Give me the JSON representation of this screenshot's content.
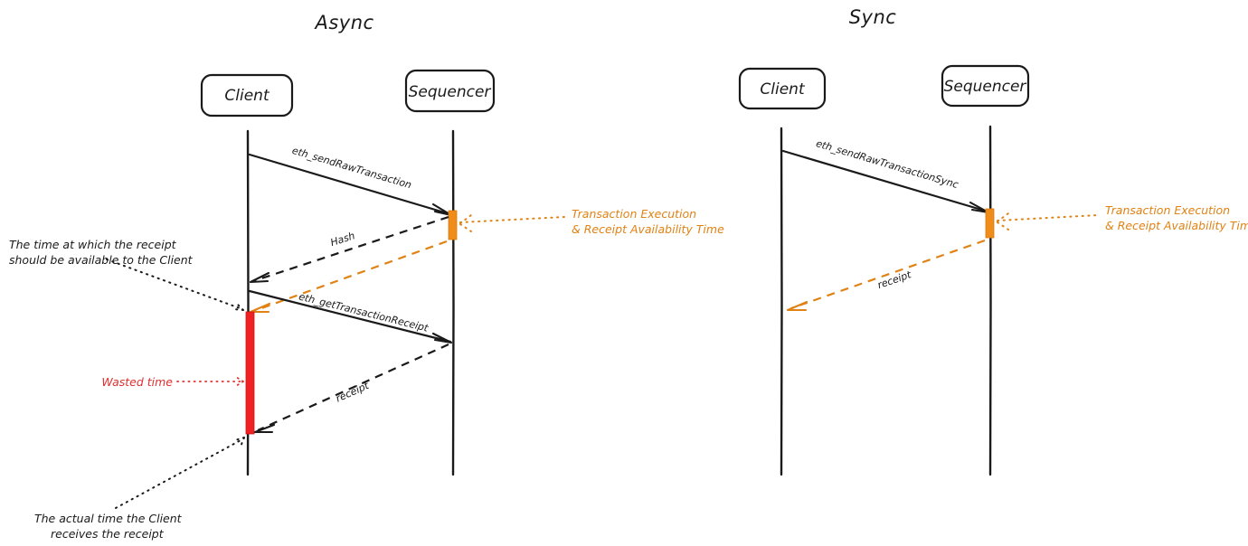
{
  "diagram_type": "sequence-diagram",
  "style": "hand-drawn",
  "colors": {
    "ink": "#1a1a1a",
    "orange": "#e08214",
    "orange_bar": "#f08c1a",
    "red": "#e03030",
    "red_bar": "#ee2222",
    "background": "#ffffff"
  },
  "panels": [
    {
      "id": "async",
      "title": "Async",
      "actors": [
        {
          "id": "client",
          "label": "Client"
        },
        {
          "id": "sequencer",
          "label": "Sequencer"
        }
      ],
      "messages": [
        {
          "id": "send-raw-tx",
          "label": "eth_sendRawTransaction",
          "from": "client",
          "to": "sequencer",
          "style": "solid",
          "color": "black"
        },
        {
          "id": "hash",
          "label": "Hash",
          "from": "sequencer",
          "to": "client",
          "style": "dashed",
          "color": "black"
        },
        {
          "id": "get-tx-receipt",
          "label": "eth_getTransactionReceipt",
          "from": "client",
          "to": "sequencer",
          "style": "solid",
          "color": "black"
        },
        {
          "id": "receipt",
          "label": "receipt",
          "from": "sequencer",
          "to": "client",
          "style": "dashed",
          "color": "black"
        },
        {
          "id": "receipt-available",
          "label": "",
          "from": "sequencer",
          "to": "client",
          "style": "dashed",
          "color": "orange"
        }
      ],
      "bars": [
        {
          "id": "execution-bar",
          "on": "sequencer",
          "color": "orange"
        },
        {
          "id": "wasted-time-bar",
          "on": "client",
          "color": "red"
        }
      ],
      "annotations": [
        {
          "id": "exec-time-note",
          "lines": [
            "Transaction Execution",
            "& Receipt Availability Time"
          ],
          "color": "orange"
        },
        {
          "id": "receipt-should-note",
          "lines": [
            "The time at which the receipt",
            "should be available to the Client"
          ],
          "color": "black"
        },
        {
          "id": "wasted-time-note",
          "lines": [
            "Wasted time"
          ],
          "color": "red"
        },
        {
          "id": "actual-time-note",
          "lines": [
            "The actual time the Client",
            "receives the receipt"
          ],
          "color": "black"
        }
      ]
    },
    {
      "id": "sync",
      "title": "Sync",
      "actors": [
        {
          "id": "client",
          "label": "Client"
        },
        {
          "id": "sequencer",
          "label": "Sequencer"
        }
      ],
      "messages": [
        {
          "id": "send-raw-tx-sync",
          "label": "eth_sendRawTransactionSync",
          "from": "client",
          "to": "sequencer",
          "style": "solid",
          "color": "black"
        },
        {
          "id": "receipt-sync",
          "label": "receipt",
          "from": "sequencer",
          "to": "client",
          "style": "dashed",
          "color": "orange"
        }
      ],
      "bars": [
        {
          "id": "execution-bar",
          "on": "sequencer",
          "color": "orange"
        }
      ],
      "annotations": [
        {
          "id": "exec-time-note",
          "lines": [
            "Transaction Execution",
            "& Receipt Availability Time"
          ],
          "color": "orange"
        }
      ]
    }
  ],
  "text": {
    "async_title": "Async",
    "sync_title": "Sync",
    "client": "Client",
    "sequencer": "Sequencer",
    "msg_send_raw_tx": "eth_sendRawTransaction",
    "msg_hash": "Hash",
    "msg_get_tx_receipt": "eth_getTransactionReceipt",
    "msg_receipt": "receipt",
    "msg_send_raw_tx_sync": "eth_sendRawTransactionSync",
    "msg_receipt_sync": "receipt",
    "note_exec_line1": "Transaction Execution",
    "note_exec_line2": "& Receipt Availability Time",
    "note_should_line1": "The time at which the receipt",
    "note_should_line2": "should be available to the Client",
    "note_wasted": "Wasted time",
    "note_actual_line1": "The actual time the Client",
    "note_actual_line2": "receives the receipt",
    "note_exec_sync_line1": "Transaction Execution",
    "note_exec_sync_line2": "& Receipt Availability Time"
  }
}
